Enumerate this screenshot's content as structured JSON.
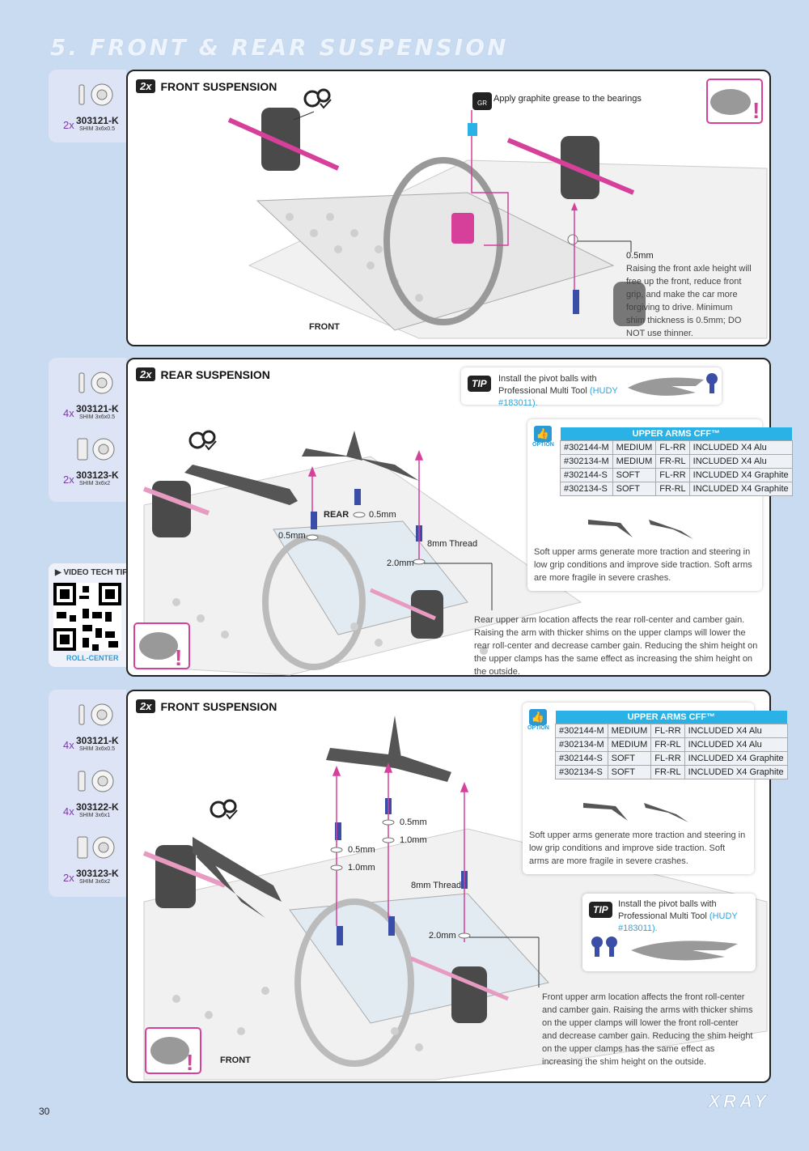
{
  "page": {
    "title": "5. FRONT & REAR SUSPENSION",
    "number": "30",
    "brand": "XRAY"
  },
  "section1": {
    "parts": [
      {
        "qty": "2x",
        "code": "303121-K",
        "desc": "SHIM 3x6x0.5"
      }
    ],
    "badge": "2x",
    "title": "FRONT SUSPENSION",
    "grease_note": "Apply graphite grease to the bearings",
    "grease_icon": "GR",
    "shim_label": "0.5mm",
    "note": "Raising the front axle height will free up the front, reduce front grip, and make the car more forgiving to drive. Minimum shim thickness is 0.5mm; DO NOT use thinner.",
    "front_label": "FRONT"
  },
  "section2": {
    "parts": [
      {
        "qty": "4x",
        "code": "303121-K",
        "desc": "SHIM 3x6x0.5"
      },
      {
        "qty": "2x",
        "code": "303123-K",
        "desc": "SHIM 3x6x2"
      }
    ],
    "video": {
      "title": "VIDEO TECH TIP",
      "caption": "ROLL-CENTER"
    },
    "badge": "2x",
    "title": "REAR SUSPENSION",
    "tip": {
      "badge": "TIP",
      "text": "Install the pivot balls with Professional Multi Tool",
      "link": "(HUDY #183011)."
    },
    "option": {
      "label": "OPTION",
      "header": "UPPER ARMS CFF™",
      "rows": [
        [
          "#302144-M",
          "MEDIUM",
          "FL-RR",
          "INCLUDED X4 Alu"
        ],
        [
          "#302134-M",
          "MEDIUM",
          "FR-RL",
          "INCLUDED X4 Alu"
        ],
        [
          "#302144-S",
          "SOFT",
          "FL-RR",
          "INCLUDED X4 Graphite"
        ],
        [
          "#302134-S",
          "SOFT",
          "FR-RL",
          "INCLUDED X4 Graphite"
        ]
      ],
      "note": "Soft upper arms generate more traction and steering in low grip conditions and improve side traction. Soft arms are more fragile in severe crashes."
    },
    "labels": {
      "rear": "REAR",
      "shim1": "0.5mm",
      "shim2": "0.5mm",
      "thread": "8mm Thread",
      "shim3": "2.0mm"
    },
    "note": "Rear upper arm location affects the rear roll-center and camber gain. Raising the arm with thicker shims on the upper clamps will lower the rear roll-center and decrease camber gain. Reducing the shim height on the upper clamps has the same effect as increasing the shim height on the outside."
  },
  "section3": {
    "parts": [
      {
        "qty": "4x",
        "code": "303121-K",
        "desc": "SHIM 3x6x0.5"
      },
      {
        "qty": "4x",
        "code": "303122-K",
        "desc": "SHIM 3x6x1"
      },
      {
        "qty": "2x",
        "code": "303123-K",
        "desc": "SHIM 3x6x2"
      }
    ],
    "badge": "2x",
    "title": "FRONT SUSPENSION",
    "option": {
      "label": "OPTION",
      "header": "UPPER ARMS CFF™",
      "rows": [
        [
          "#302144-M",
          "MEDIUM",
          "FL-RR",
          "INCLUDED X4 Alu"
        ],
        [
          "#302134-M",
          "MEDIUM",
          "FR-RL",
          "INCLUDED X4 Alu"
        ],
        [
          "#302144-S",
          "SOFT",
          "FL-RR",
          "INCLUDED X4 Graphite"
        ],
        [
          "#302134-S",
          "SOFT",
          "FR-RL",
          "INCLUDED X4 Graphite"
        ]
      ],
      "note": "Soft upper arms generate more traction and steering in low grip conditions and improve side traction. Soft arms are more fragile in severe crashes."
    },
    "tip": {
      "badge": "TIP",
      "text": "Install the pivot balls with Professional Multi Tool",
      "link": "(HUDY #183011)."
    },
    "labels": {
      "shim_a": "0.5mm",
      "shim_b": "1.0mm",
      "shim_c": "0.5mm",
      "shim_d": "1.0mm",
      "thread": "8mm Thread",
      "shim_e": "2.0mm",
      "front": "FRONT"
    },
    "note": "Front upper arm location affects the front roll-center and camber gain. Raising the arms with thicker shims on the upper clamps will lower the front roll-center and decrease camber gain. Reducing the shim height on the upper clamps has the same effect as increasing the shim height on the outside."
  },
  "colors": {
    "accent": "#2ab2e6",
    "purple": "#7a3aa8",
    "pink": "#d6409a",
    "page_bg": "#c9dbf1"
  }
}
